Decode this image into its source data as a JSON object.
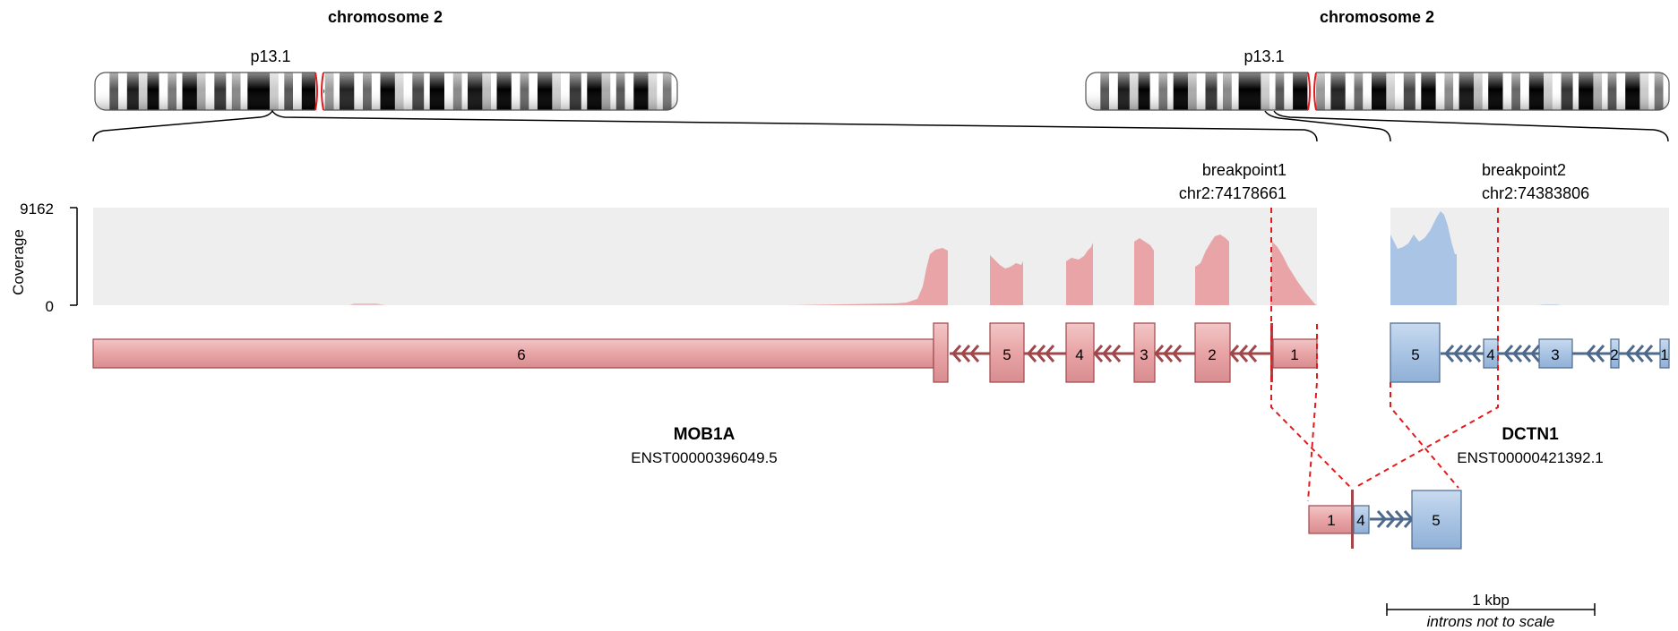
{
  "chromosome_left": {
    "title": "chromosome 2",
    "band": "p13.1"
  },
  "chromosome_right": {
    "title": "chromosome 2",
    "band": "p13.1"
  },
  "breakpoint1": {
    "label": "breakpoint1",
    "position": "chr2:74178661"
  },
  "breakpoint2": {
    "label": "breakpoint2",
    "position": "chr2:74383806"
  },
  "coverage": {
    "axis_label": "Coverage",
    "max_label": "9162",
    "min_label": "0",
    "max": 9162,
    "min": 0
  },
  "gene1": {
    "name": "MOB1A",
    "transcript": "ENST00000396049.5",
    "color": "#e8a4a6",
    "exons": [
      "6",
      "5",
      "4",
      "3",
      "2",
      "1"
    ]
  },
  "gene2": {
    "name": "DCTN1",
    "transcript": "ENST00000421392.1",
    "color": "#a9c4e4",
    "exons": [
      "5",
      "4",
      "3",
      "2",
      "1"
    ]
  },
  "fusion": {
    "exons": [
      "1",
      "4",
      "5"
    ]
  },
  "scale": {
    "label": "1 kbp",
    "note": "introns not to scale"
  },
  "colors": {
    "breakpoint": "#e31a1c",
    "coverage_bg": "#eeeeee",
    "gene1_fill": "#e8a4a6",
    "gene1_stroke": "#a0474b",
    "gene2_fill": "#a9c4e4",
    "gene2_stroke": "#4d6a8d"
  }
}
